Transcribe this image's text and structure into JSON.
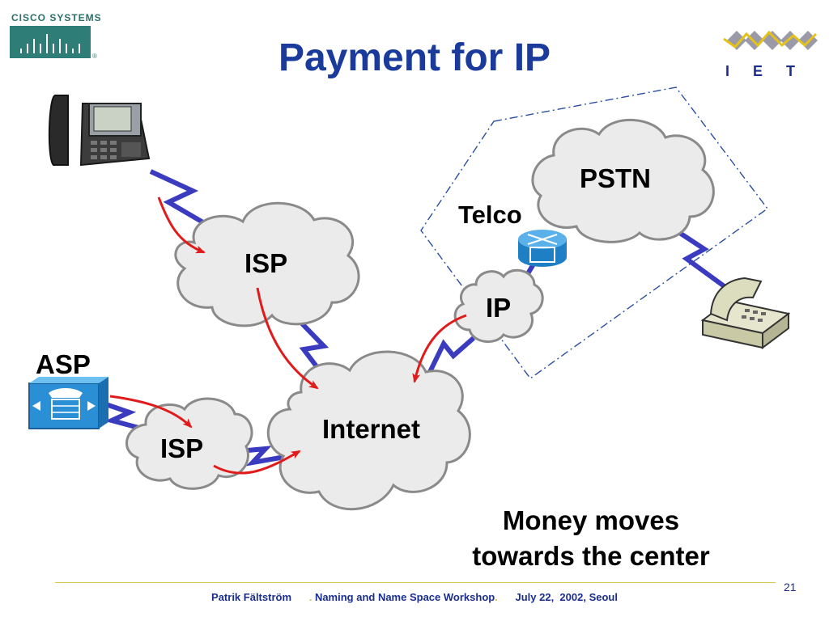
{
  "header": {
    "title": "Payment for IP",
    "cisco_logo_text": "Cisco Systems",
    "ietf_logo_text": "I E T F"
  },
  "diagram": {
    "clouds": {
      "isp_top": "ISP",
      "isp_bottom": "ISP",
      "internet": "Internet",
      "ip": "IP",
      "pstn": "PSTN"
    },
    "labels": {
      "telco": "Telco",
      "asp": "ASP"
    },
    "caption_line1": "Money moves",
    "caption_line2": "towards the center"
  },
  "colors": {
    "title": "#1a3b9c",
    "cloud_fill": "#ebebeb",
    "cloud_stroke": "#8a8a8a",
    "link": "#3b3bbf",
    "arrow": "#e01b1b",
    "boundary": "#2a4fa0",
    "footer_text": "#1a2e8f",
    "footer_rule": "#d8c74a"
  },
  "footer": {
    "author": "Patrik Fältström",
    "event": "Naming and Name Space Workshop",
    "date": "July 22,  2002, Seoul",
    "separator": ".",
    "page_number": "21"
  }
}
